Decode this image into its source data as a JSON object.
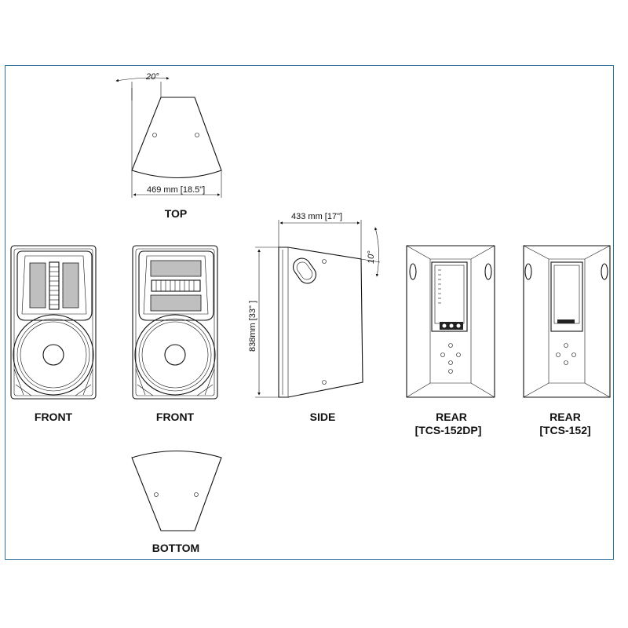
{
  "views": {
    "top": "TOP",
    "front_left": "FRONT",
    "front_right": "FRONT",
    "side": "SIDE",
    "rear_dp_line1": "REAR",
    "rear_dp_line2": "[TCS-152DP]",
    "rear_line1": "REAR",
    "rear_line2": "[TCS-152]",
    "bottom": "BOTTOM"
  },
  "dimensions": {
    "top_angle": "20°",
    "top_width": "469 mm [18.5\"]",
    "side_depth": "433 mm [17\"]",
    "side_angle": "10°",
    "side_height": "838mm [33\" ]"
  },
  "colors": {
    "frame": "#2d6f9a",
    "line": "#111111"
  }
}
